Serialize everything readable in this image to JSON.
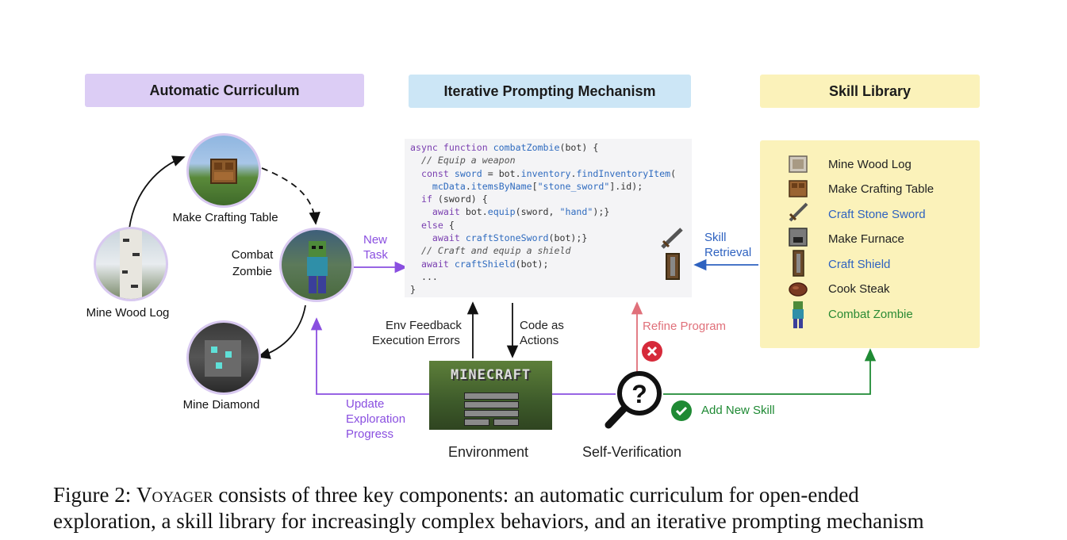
{
  "headers": {
    "curriculum": "Automatic Curriculum",
    "iterative": "Iterative Prompting Mechanism",
    "skill_library": "Skill Library"
  },
  "curriculum": {
    "nodes": {
      "crafting": "Make Crafting Table",
      "combat_line1": "Combat",
      "combat_line2": "Zombie",
      "wood": "Mine Wood Log",
      "diamond": "Mine Diamond"
    }
  },
  "code_lines": [
    "async function combatZombie(bot) {",
    "  // Equip a weapon",
    "  const sword = bot.inventory.findInventoryItem(",
    "    mcData.itemsByName[\"stone_sword\"].id);",
    "  if (sword) {",
    "    await bot.equip(sword, \"hand\");}",
    "  else {",
    "    await craftStoneSword(bot);}",
    "  // Craft and equip a shield",
    "  await craftShield(bot);",
    "  ...",
    "}"
  ],
  "labels": {
    "new_task_1": "New",
    "new_task_2": "Task",
    "skill_retrieval_1": "Skill",
    "skill_retrieval_2": "Retrieval",
    "env_feedback_1": "Env Feedback",
    "env_feedback_2": "Execution Errors",
    "code_actions_1": "Code as",
    "code_actions_2": "Actions",
    "refine": "Refine Program",
    "update_1": "Update",
    "update_2": "Exploration",
    "update_3": "Progress",
    "environment": "Environment",
    "self_verification": "Self-Verification",
    "add_skill": "Add New Skill",
    "minecraft": "MINECRAFT"
  },
  "skills": [
    {
      "label": "Mine Wood  Log",
      "color": "#1f1f1f",
      "icon": "wood-log-icon"
    },
    {
      "label": "Make Crafting Table",
      "color": "#1f1f1f",
      "icon": "crafting-table-icon"
    },
    {
      "label": "Craft Stone Sword",
      "color": "#2e62c0",
      "icon": "stone-sword-icon"
    },
    {
      "label": "Make Furnace",
      "color": "#1f1f1f",
      "icon": "furnace-icon"
    },
    {
      "label": "Craft Shield",
      "color": "#2e62c0",
      "icon": "shield-icon"
    },
    {
      "label": "Cook Steak",
      "color": "#1f1f1f",
      "icon": "steak-icon"
    },
    {
      "label": "Combat Zombie",
      "color": "#2a8a34",
      "icon": "zombie-icon"
    }
  ],
  "colors": {
    "purple": "#8a4fe0",
    "blue": "#2e62c0",
    "red": "#e0707a",
    "green": "#1f8a34"
  },
  "caption": {
    "prefix": "Figure 2: ",
    "name": "Voyager",
    "line1_rest": " consists of three key components: an automatic curriculum for open-ended",
    "line2": "exploration, a skill library for increasingly complex behaviors, and an iterative prompting mechanism"
  }
}
